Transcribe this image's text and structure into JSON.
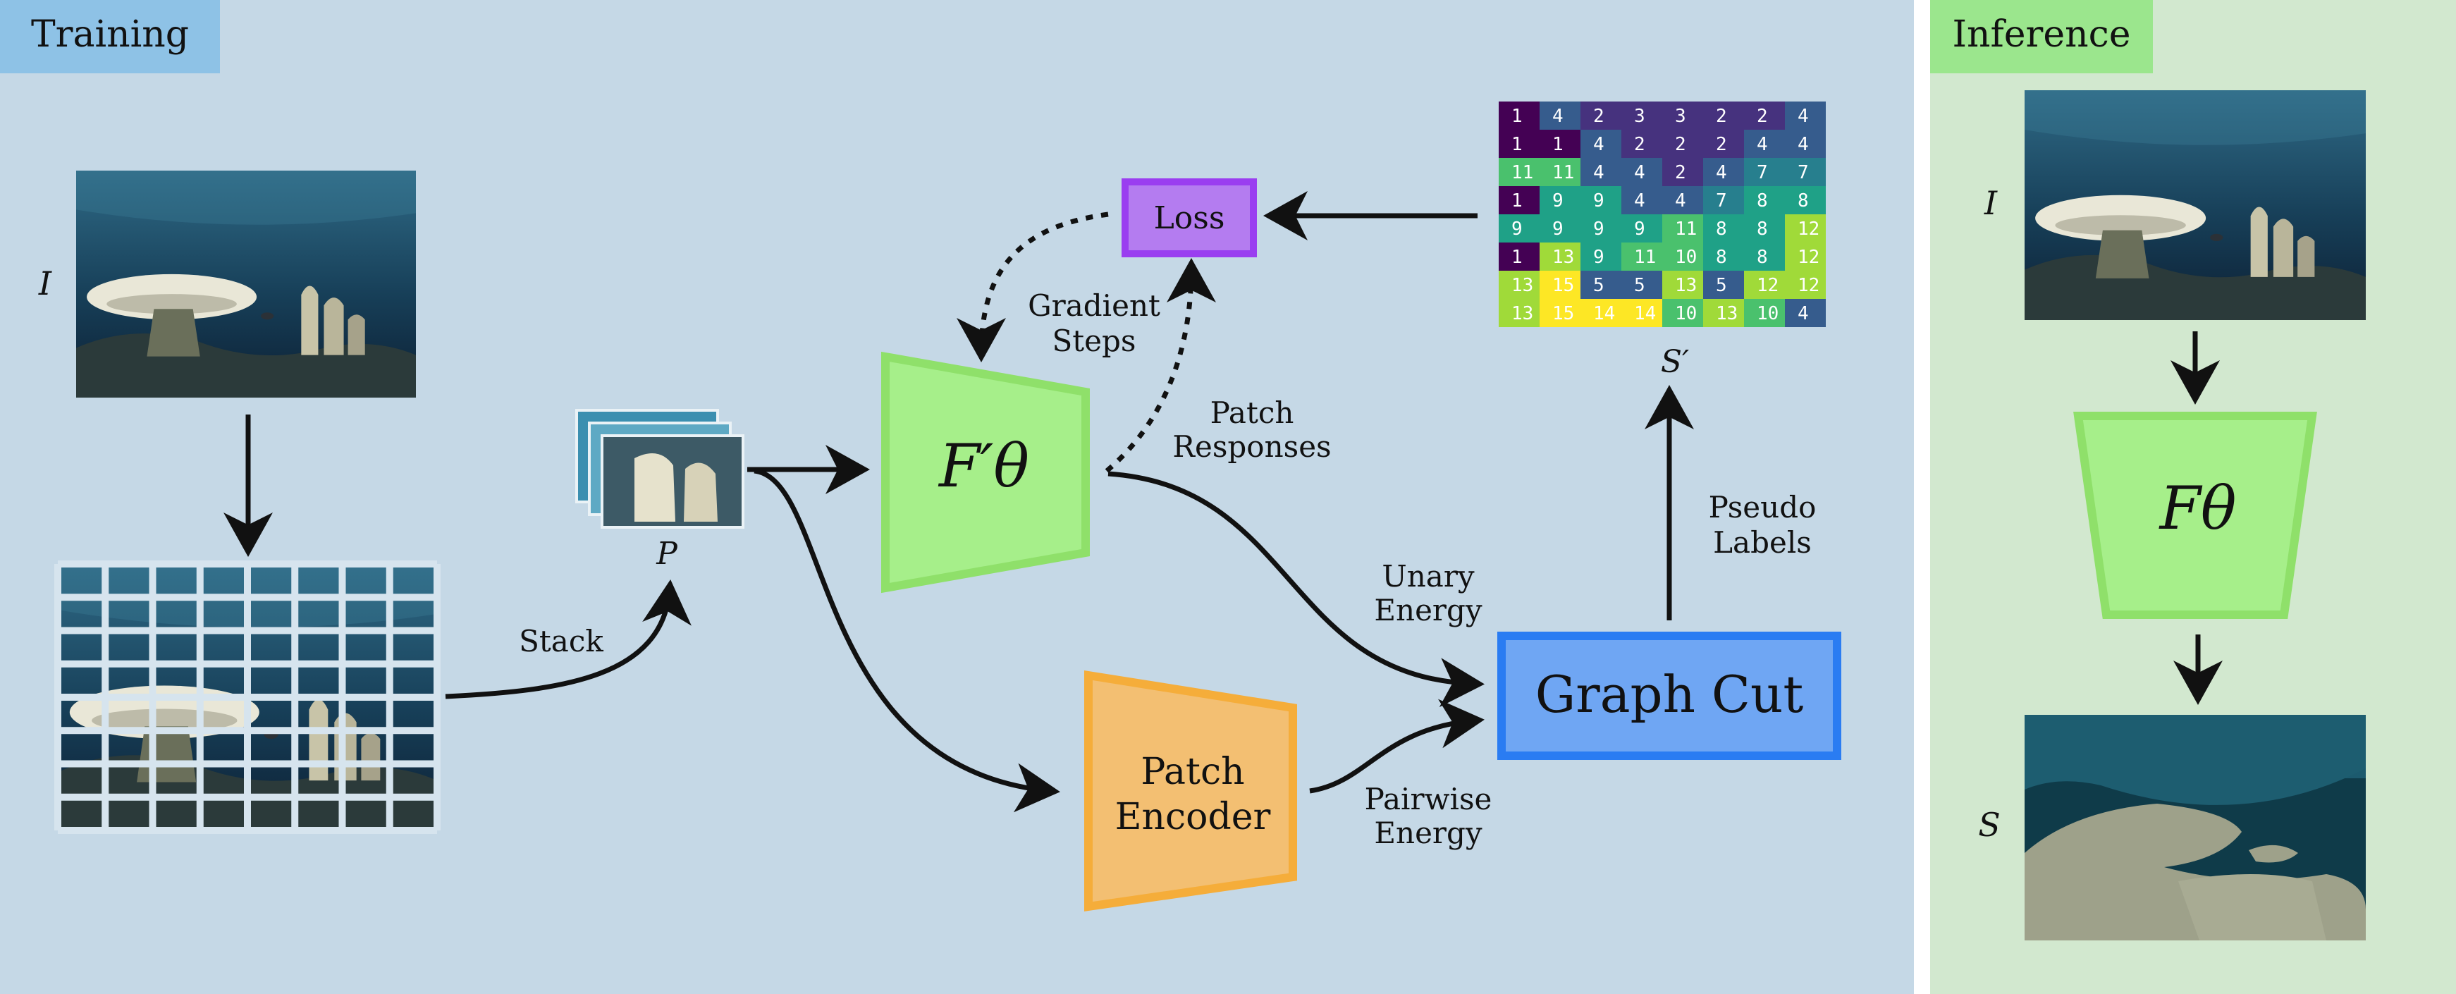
{
  "panels": {
    "training": {
      "label": "Training",
      "color": "#c5d8e6",
      "tag_color": "#8ec2e6"
    },
    "inference": {
      "label": "Inference",
      "color": "#d2e8cf",
      "tag_color": "#9be68d"
    }
  },
  "training": {
    "input_symbol": "I",
    "stack_label": "Stack",
    "patch_stack_symbol": "P",
    "network_symbol": "F′θ",
    "loss_label": "Loss",
    "gradient_label": [
      "Gradient",
      "Steps"
    ],
    "responses_label": [
      "Patch",
      "Responses"
    ],
    "unary_label": [
      "Unary",
      "Energy"
    ],
    "pairwise_label": [
      "Pairwise",
      "Energy"
    ],
    "encoder_label": [
      "Patch",
      "Encoder"
    ],
    "graphcut_label": "Graph Cut",
    "pseudo_label": [
      "Pseudo",
      "Labels"
    ],
    "pseudo_symbol": "S′",
    "label_grid": [
      [
        1,
        4,
        2,
        3,
        3,
        2,
        2,
        4
      ],
      [
        1,
        1,
        4,
        2,
        2,
        2,
        4,
        4
      ],
      [
        11,
        11,
        4,
        4,
        2,
        4,
        7,
        7
      ],
      [
        1,
        9,
        9,
        4,
        4,
        7,
        8,
        8
      ],
      [
        9,
        9,
        9,
        9,
        11,
        8,
        8,
        12
      ],
      [
        1,
        13,
        9,
        11,
        10,
        8,
        8,
        12
      ],
      [
        13,
        15,
        5,
        5,
        13,
        5,
        12,
        12
      ],
      [
        13,
        15,
        14,
        14,
        10,
        13,
        10,
        4
      ]
    ]
  },
  "inference": {
    "input_symbol": "I",
    "network_symbol": "Fθ",
    "output_symbol": "S"
  },
  "colors": {
    "network": "#a6ef8a",
    "network_border": "#8fe06a",
    "loss": "#b47cf0",
    "loss_border": "#9a3ef0",
    "encoder": "#f3bf72",
    "encoder_border": "#f5ad3a",
    "graphcut": "#6fa6f3",
    "graphcut_border": "#2a7cf2"
  }
}
